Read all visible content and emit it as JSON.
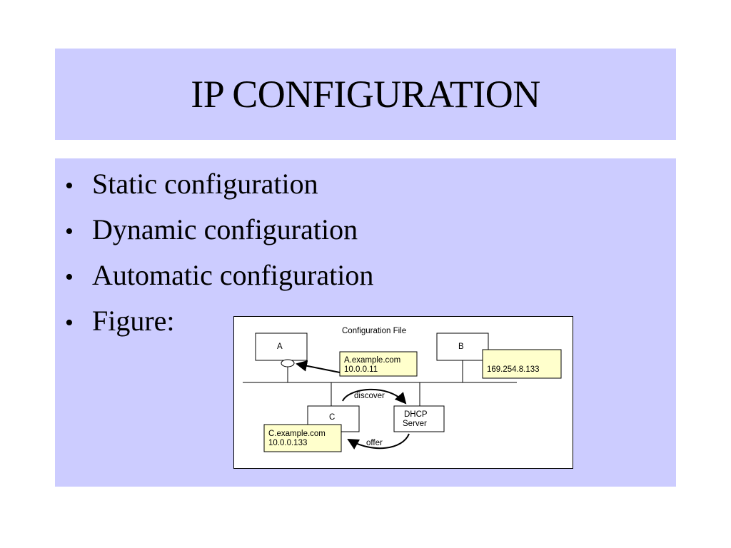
{
  "slide": {
    "title": "IP CONFIGURATION",
    "bullets": [
      "Static configuration",
      "Dynamic configuration",
      "Automatic configuration",
      "Figure:"
    ]
  },
  "figure": {
    "heading": "Configuration File",
    "host_a": "A",
    "host_b": "B",
    "host_c": "C",
    "server_line1": "DHCP",
    "server_line2": "Server",
    "config_a_line1": "A.example.com",
    "config_a_line2": "10.0.0.11",
    "config_b": "169.254.8.133",
    "config_c_line1": "C.example.com",
    "config_c_line2": "10.0.0.133",
    "discover_label": "discover",
    "offer_label": "offer"
  },
  "colors": {
    "panel": "#ccccff",
    "note": "#ffffcc"
  }
}
